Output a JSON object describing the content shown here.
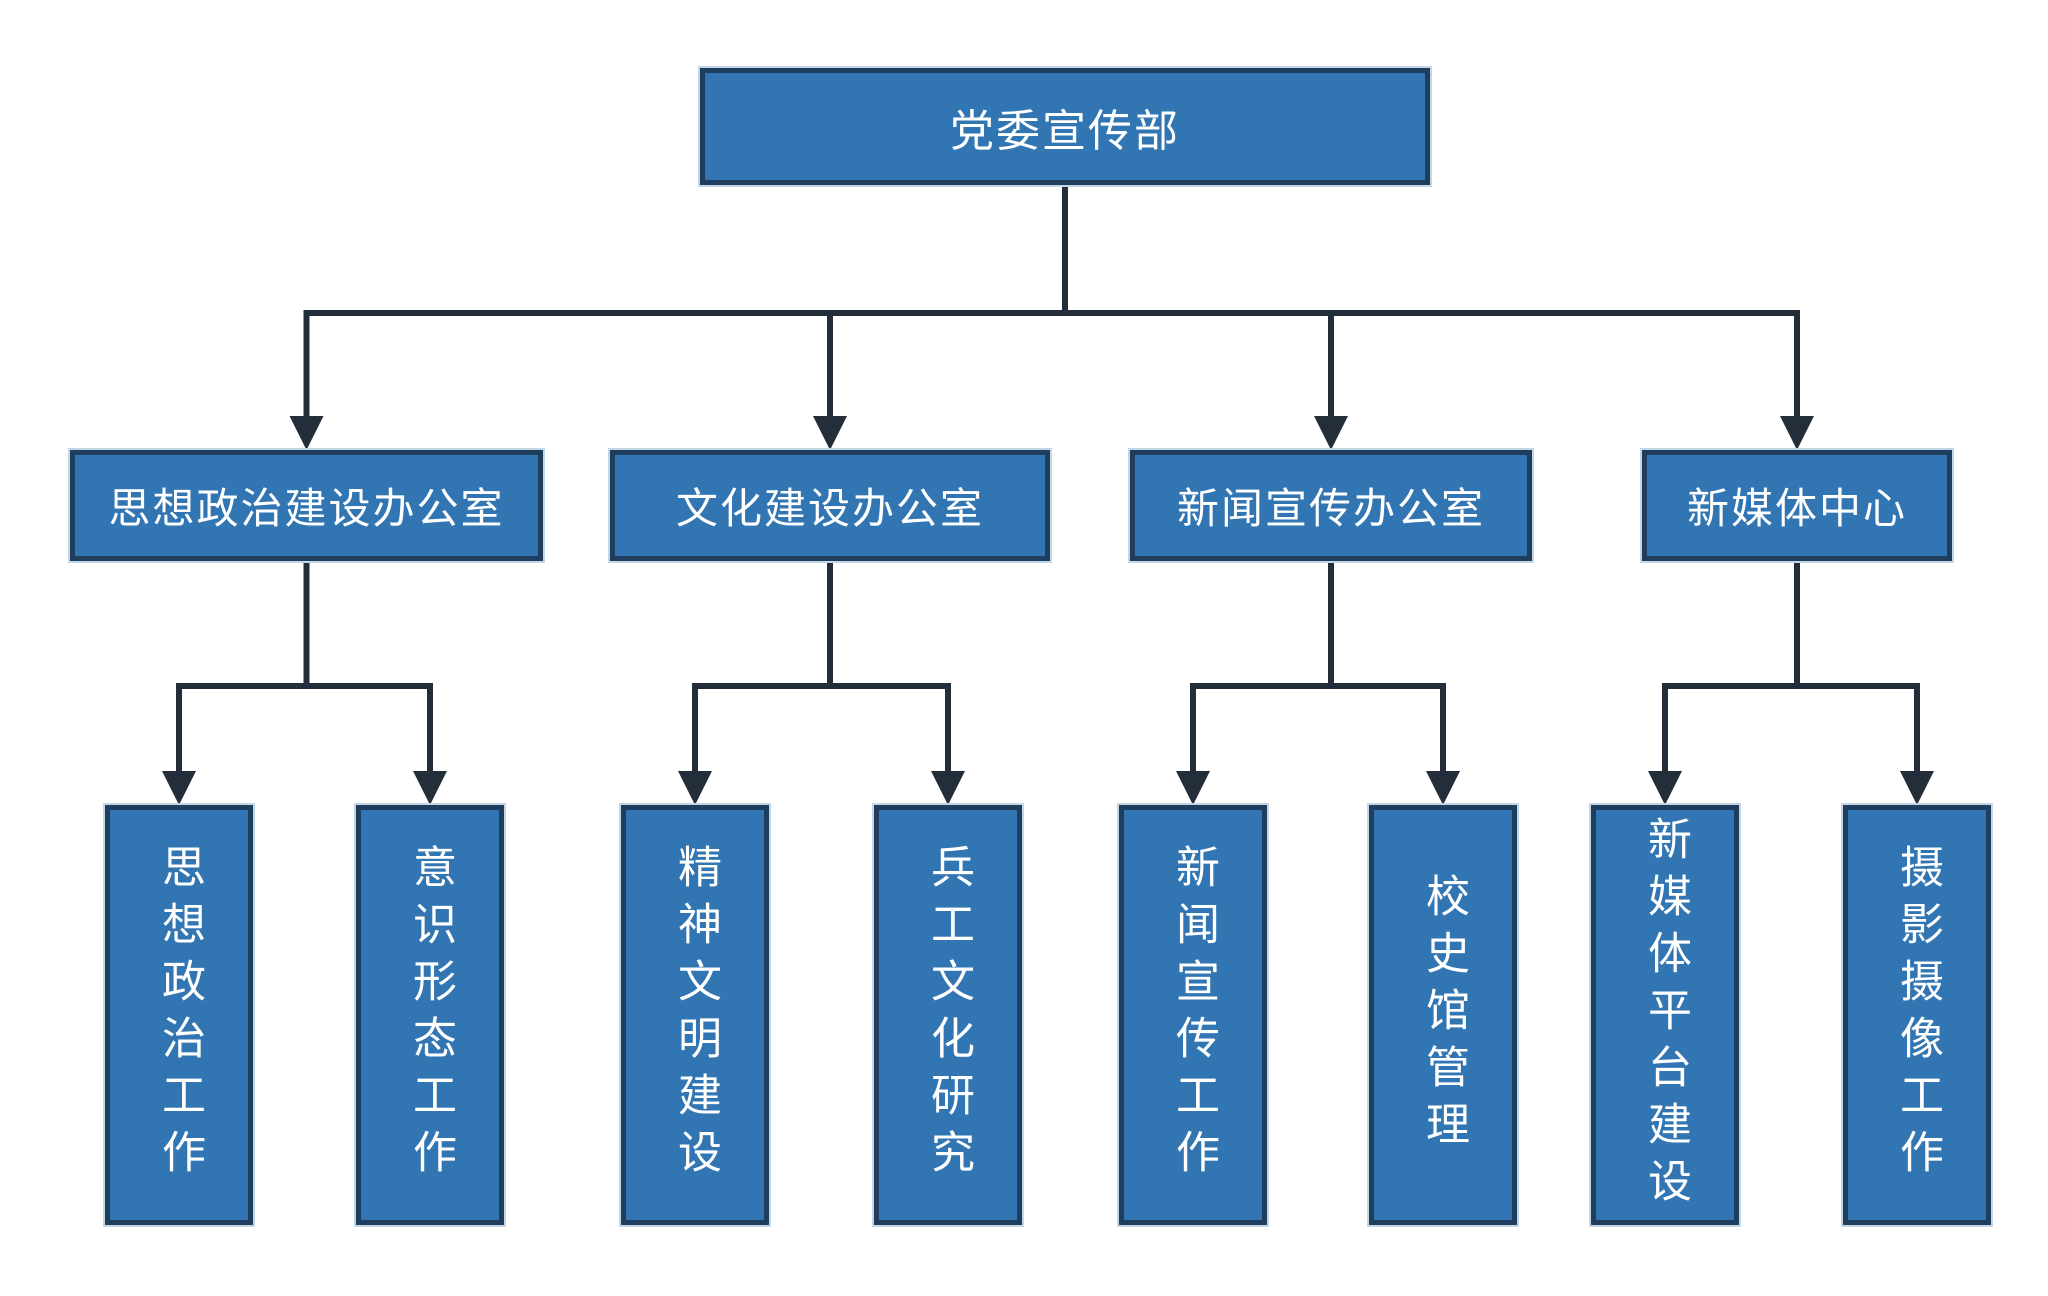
{
  "org_chart": {
    "root": {
      "label": "党委宣传部",
      "children": [
        {
          "label": "思想政治建设办公室",
          "children": [
            {
              "label": "思想政治工作"
            },
            {
              "label": "意识形态工作"
            }
          ]
        },
        {
          "label": "文化建设办公室",
          "children": [
            {
              "label": "精神文明建设"
            },
            {
              "label": "兵工文化研究"
            }
          ]
        },
        {
          "label": "新闻宣传办公室",
          "children": [
            {
              "label": "新闻宣传工作"
            },
            {
              "label": "校史馆管理"
            }
          ]
        },
        {
          "label": "新媒体中心",
          "children": [
            {
              "label": "新媒体平台建设"
            },
            {
              "label": "摄影摄像工作"
            }
          ]
        }
      ]
    },
    "colors": {
      "box_fill": "#3275b3",
      "box_border": "#1f3e5d",
      "box_halo": "#c3d6e6",
      "connector": "#232e3a",
      "text": "#ffffff",
      "background": "#ffffff"
    }
  }
}
